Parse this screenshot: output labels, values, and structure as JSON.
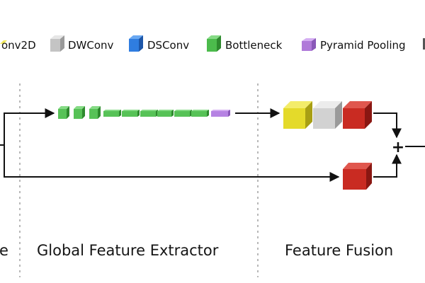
{
  "legend": {
    "items": [
      {
        "label": "onv2D",
        "color": "#cfcf2e"
      },
      {
        "label": "DWConv",
        "color": "#c8c8c8"
      },
      {
        "label": "DSConv",
        "color": "#2f7de0"
      },
      {
        "label": "Bottleneck",
        "color": "#4cbb4c"
      },
      {
        "label": "Pyramid Pooling",
        "color": "#b07ad9"
      }
    ]
  },
  "stages": {
    "left_partial": "e",
    "global": "Global Feature Extractor",
    "fusion": "Feature Fusion"
  },
  "operators": {
    "sum": "+"
  },
  "colors": {
    "conv2d": "#e4da2a",
    "dwconv": "#d2d2d2",
    "dsconv": "#2f7de0",
    "bottleneck": "#57c257",
    "pyramid": "#b683e3",
    "red_block": "#c92b22"
  }
}
